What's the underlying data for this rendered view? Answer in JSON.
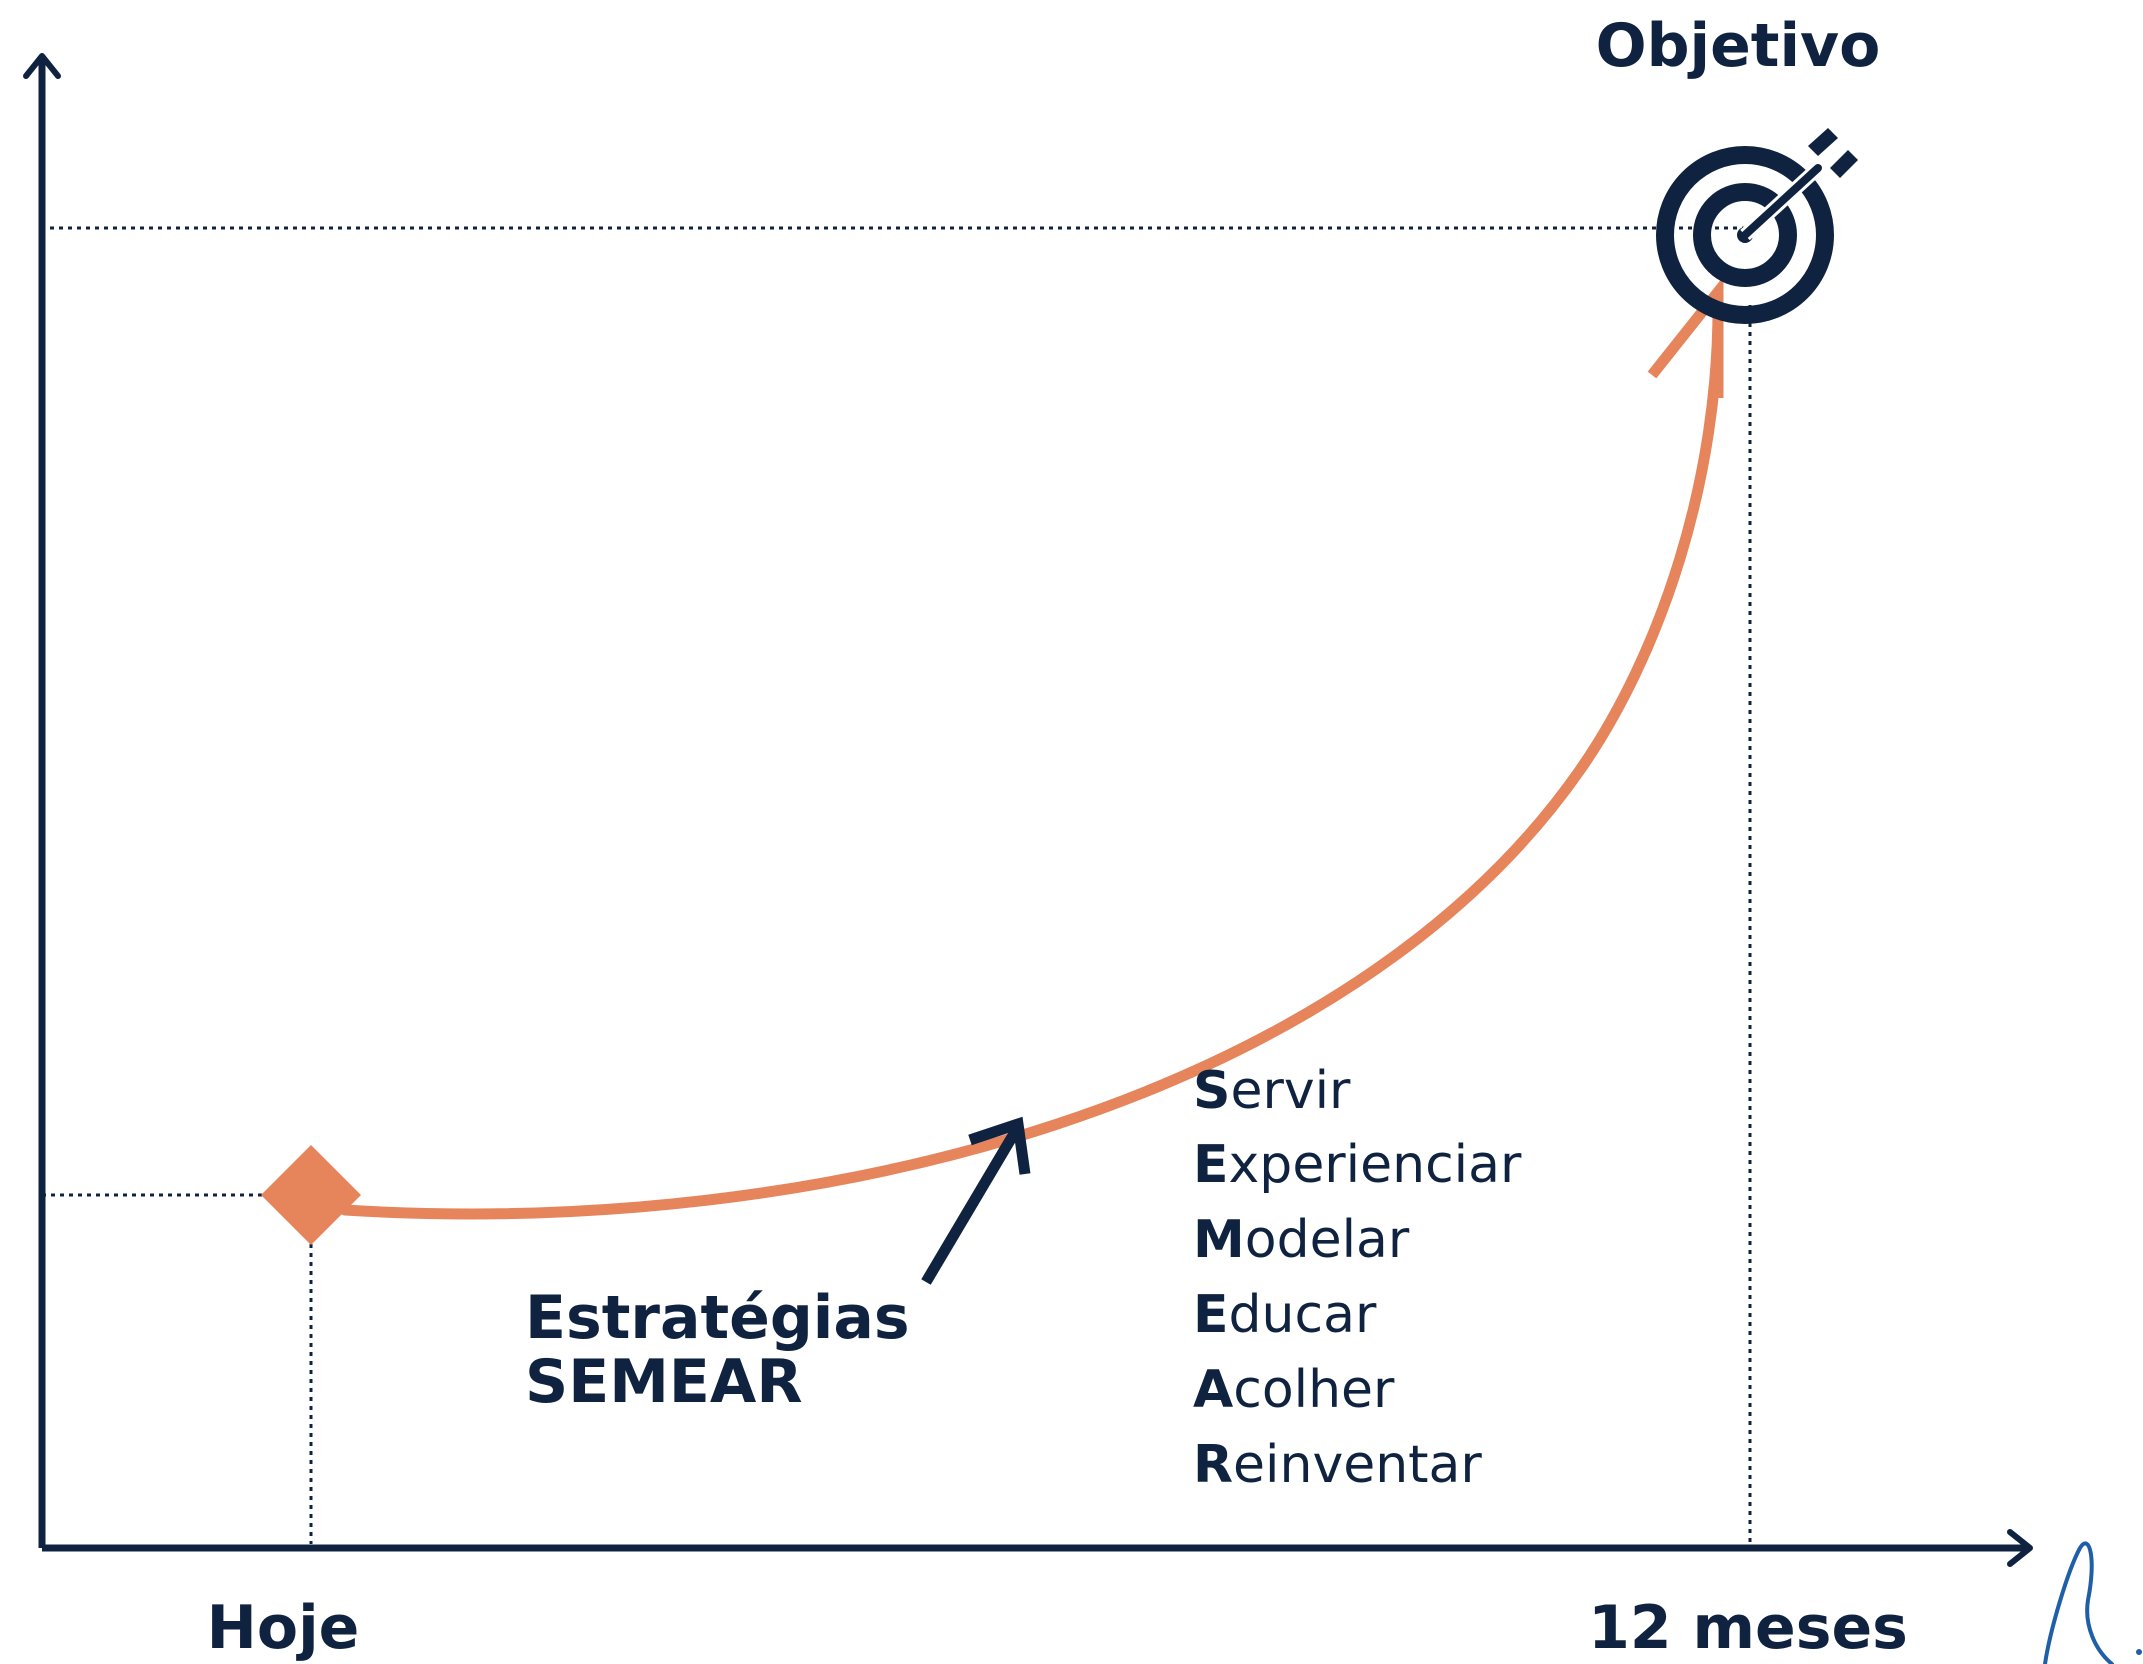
{
  "colors": {
    "navy": "#0f2340",
    "accent": "#e6845c",
    "signature": "#1f5fa8"
  },
  "goal": {
    "label": "Objetivo",
    "icon": "target-with-arrow-icon"
  },
  "x_axis": {
    "start_label": "Hoje",
    "end_label": "12 meses"
  },
  "strategy": {
    "line1": "Estratégias",
    "line2": "SEMEAR"
  },
  "acronym": [
    {
      "initial": "S",
      "rest": "ervir"
    },
    {
      "initial": "E",
      "rest": "xperienciar"
    },
    {
      "initial": "M",
      "rest": "odelar"
    },
    {
      "initial": "E",
      "rest": "ducar"
    },
    {
      "initial": "A",
      "rest": "colher"
    },
    {
      "initial": "R",
      "rest": "einventar"
    }
  ],
  "start_marker_icon": "diamond-icon",
  "signature_icon": "signature-icon"
}
